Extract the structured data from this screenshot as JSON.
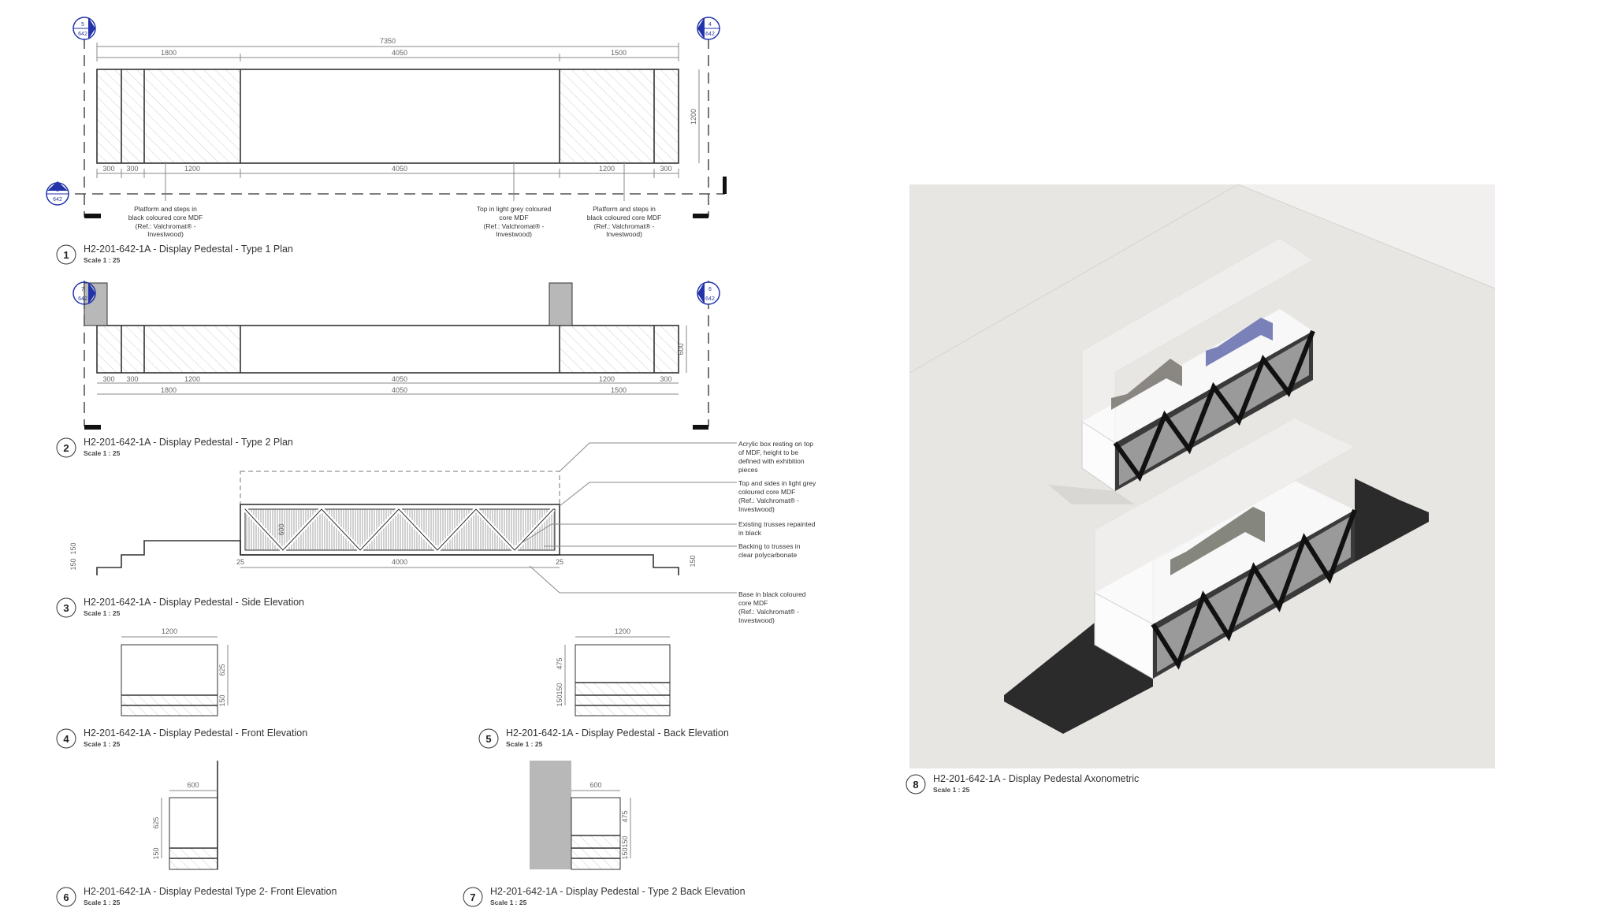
{
  "colors": {
    "marker": "#2233aa",
    "wall": "#b8b8b8",
    "axo_bg": "#e8e6e3",
    "dark": "#2b2b2b"
  },
  "markers": {
    "m5": "5",
    "m4": "4",
    "m3": "3",
    "m7": "7",
    "m6": "6",
    "sheet": "642"
  },
  "plan1": {
    "dims_top": {
      "overall": "7350",
      "a": "1800",
      "b": "4050",
      "c": "1500"
    },
    "dims_bottom": [
      "300",
      "300",
      "1200",
      "4050",
      "1200",
      "300"
    ],
    "dim_right": "1200",
    "notes": [
      [
        "Platform and steps in",
        "black coloured core MDF",
        "(Ref.: Valchromat® -",
        "Investwood)"
      ],
      [
        "Top in light grey coloured",
        "core MDF",
        "(Ref.: Valchromat® -",
        "Investwood)"
      ],
      [
        "Platform and steps in",
        "black coloured core MDF",
        "(Ref.: Valchromat® -",
        "Investwood)"
      ]
    ]
  },
  "plan2": {
    "dims_row1": [
      "300",
      "300",
      "1200",
      "4050",
      "1200",
      "300"
    ],
    "dims_row2": [
      "1800",
      "4050",
      "1500"
    ],
    "dim_right": "600"
  },
  "side": {
    "dims": {
      "left": "150",
      "left2": "150",
      "right": "150",
      "bottom": "4000",
      "end_l": "25",
      "end_r": "25",
      "inner": "600"
    },
    "notes": [
      [
        "Acrylic box resting on top",
        "of MDF, height to be",
        "defined with exhibition",
        "pieces"
      ],
      [
        "Top and sides in light grey",
        "coloured core MDF",
        "(Ref.: Valchromat® -",
        "Investwood)"
      ],
      [
        "Existing trusses repainted",
        "in black"
      ],
      [
        "Backing to trusses in",
        "clear polycarbonate"
      ],
      [
        "Base in black coloured",
        "core MDF",
        "(Ref.: Valchromat® -",
        "Investwood)"
      ]
    ]
  },
  "front": {
    "w": "1200",
    "h1": "625",
    "h2": "150"
  },
  "back": {
    "w": "1200",
    "h1": "475",
    "h2": "150",
    "h3": "150"
  },
  "front2": {
    "w": "600",
    "h1": "625",
    "h2": "150"
  },
  "back2": {
    "w": "600",
    "h1": "475",
    "h2": "150",
    "h3": "150"
  },
  "views": [
    {
      "num": "1",
      "title": "H2-201-642-1A - Display Pedestal - Type 1 Plan",
      "scale": "Scale 1 : 25"
    },
    {
      "num": "2",
      "title": "H2-201-642-1A - Display Pedestal - Type 2 Plan",
      "scale": "Scale 1 : 25"
    },
    {
      "num": "3",
      "title": "H2-201-642-1A - Display Pedestal - Side Elevation",
      "scale": "Scale 1 : 25"
    },
    {
      "num": "4",
      "title": "H2-201-642-1A - Display Pedestal - Front Elevation",
      "scale": "Scale 1 : 25"
    },
    {
      "num": "5",
      "title": "H2-201-642-1A - Display Pedestal - Back Elevation",
      "scale": "Scale 1 : 25"
    },
    {
      "num": "6",
      "title": "H2-201-642-1A - Display Pedestal Type 2- Front Elevation",
      "scale": "Scale 1 : 25"
    },
    {
      "num": "7",
      "title": "H2-201-642-1A - Display Pedestal - Type 2 Back Elevation",
      "scale": "Scale 1 : 25"
    },
    {
      "num": "8",
      "title": "H2-201-642-1A - Display Pedestal Axonometric",
      "scale": "Scale 1 : 25"
    }
  ]
}
